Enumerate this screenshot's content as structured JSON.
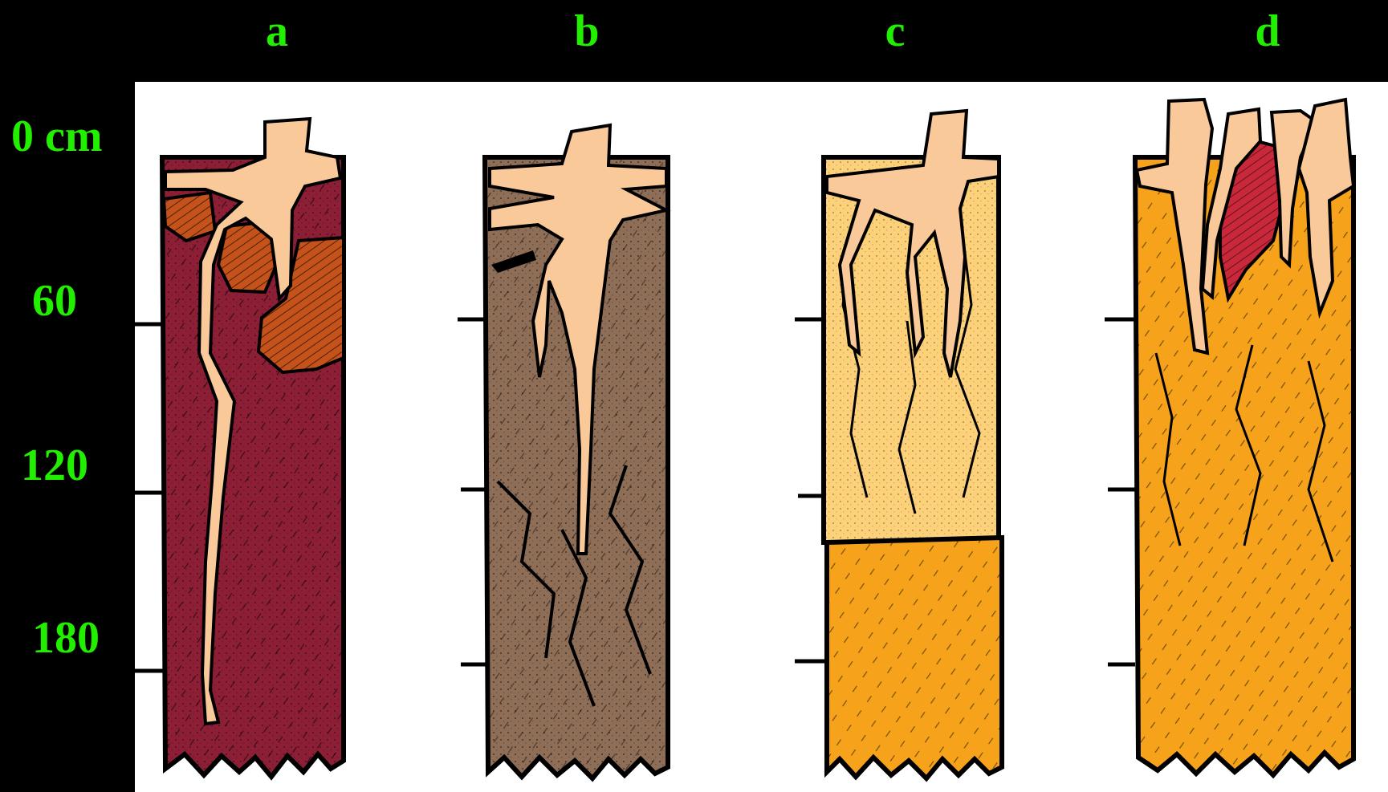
{
  "colors": {
    "label": "#22ee00",
    "background": "#000000",
    "panel": "#ffffff",
    "root": "#f9c99a",
    "outline": "#000000"
  },
  "columns": [
    {
      "label": "a",
      "soil_color": "#8c1e36",
      "accent_color": "#c4521a",
      "texture": "dark red clay with brown blocky aggregates"
    },
    {
      "label": "b",
      "soil_color": "#8f6e58",
      "accent_color": "#6a4f3e",
      "texture": "grey-brown cracked soil"
    },
    {
      "label": "c",
      "soil_color": "#fdd17a",
      "accent_color": "#f6a21a",
      "texture": "light sandy upper layer over orange subsoil"
    },
    {
      "label": "d",
      "soil_color": "#f6a21a",
      "accent_color": "#c8283a",
      "texture": "orange soil with red nodule"
    }
  ],
  "depth_axis": {
    "labels": [
      "0 cm",
      "60",
      "120",
      "180"
    ]
  }
}
